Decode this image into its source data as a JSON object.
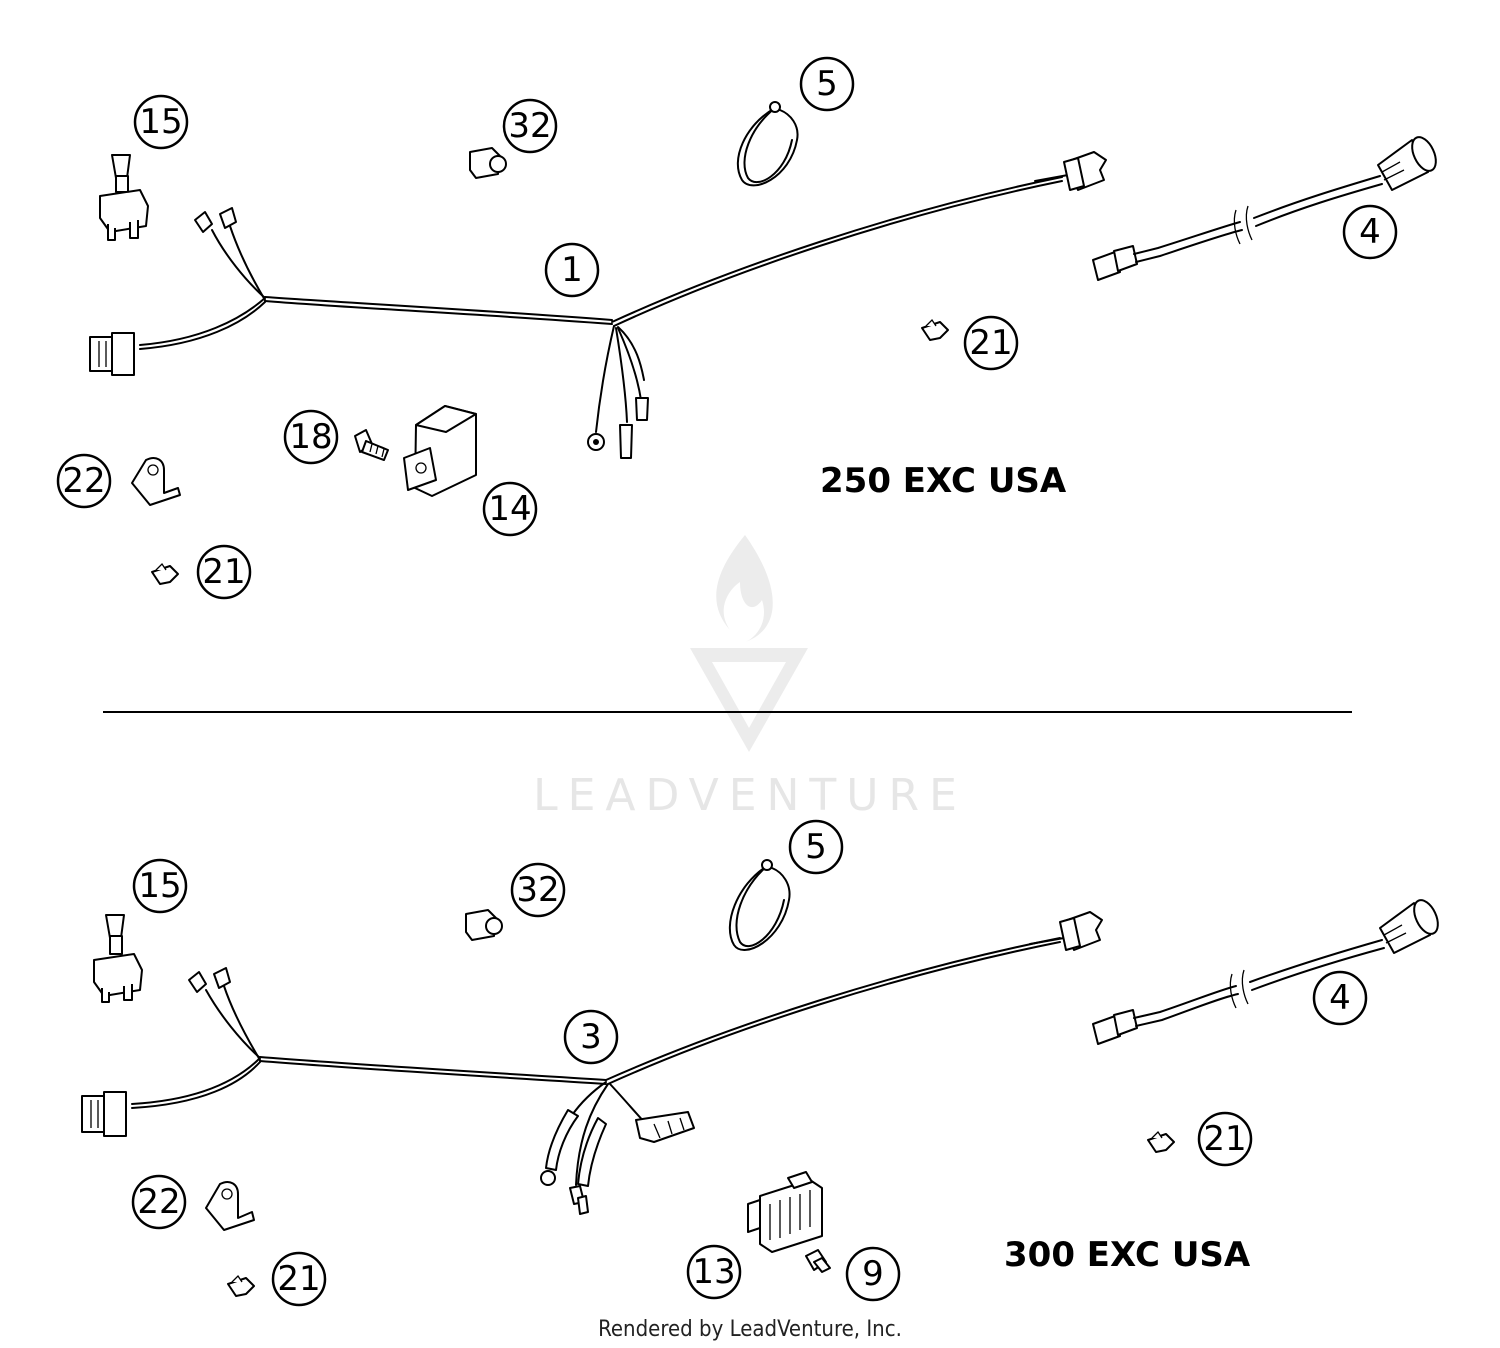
{
  "watermark": {
    "brand": "LEADVENTURE"
  },
  "top_variant": {
    "title": "250 EXC USA",
    "callouts": [
      "15",
      "32",
      "5",
      "1",
      "4",
      "21",
      "18",
      "14",
      "22",
      "21"
    ]
  },
  "bottom_variant": {
    "title": "300 EXC USA",
    "callouts": [
      "15",
      "32",
      "5",
      "3",
      "4",
      "21",
      "22",
      "21",
      "13",
      "9"
    ]
  },
  "footer": {
    "credit": "Rendered by LeadVenture, Inc."
  }
}
